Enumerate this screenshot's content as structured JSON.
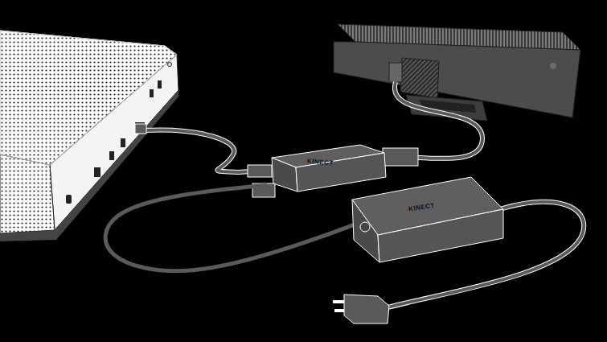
{
  "diagram": {
    "nodes": [
      {
        "text": [
          "KINECT"
        ]
      },
      {
        "text": [
          "KINECT"
        ]
      }
    ],
    "edges": [
      {
        "from": 1,
        "to": 0,
        "arrow": "none"
      }
    ]
  }
}
